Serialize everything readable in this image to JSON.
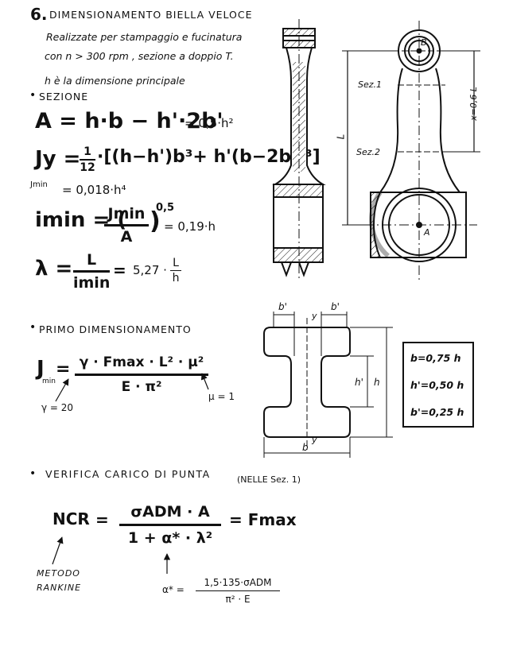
{
  "heading": {
    "number": "6.",
    "title": "DIMENSIONAMENTO BIELLA VELOCE"
  },
  "intro": {
    "line1": "Realizzate per stampaggio e fucinatura",
    "line2": "con n > 300 rpm , sezione a doppio T.",
    "line3": "h è la dimensione principale"
  },
  "sezione": {
    "title": "SEZIONE",
    "area_formula": "A = h·b − h'·2b'",
    "area_value": "= 0,5·h²",
    "jy_lhs": "Jy = ",
    "jy_frac_num": "1",
    "jy_frac_den": "12",
    "jy_rhs": "·[(h−h')b³+ h'(b−2b')³]",
    "jmin_label": "Jmin",
    "jmin_value": "= 0,018·h⁴",
    "imin_lhs": "imin = (",
    "imin_num": "Jmin",
    "imin_den": "A",
    "imin_close": ")",
    "imin_exp": "0,5",
    "imin_value": "= 0,19·h",
    "lambda_lhs": "λ =",
    "lambda_num": "L",
    "lambda_den": "imin",
    "lambda_eq": "=",
    "lambda_val": "5,27 ·",
    "lambda_val_num": "L",
    "lambda_val_den": "h"
  },
  "primo": {
    "title": "PRIMO DIMENSIONAMENTO",
    "j_lhs": "J",
    "j_sub": "min",
    "j_eq": "=",
    "num": "γ · Fmax · L² · μ²",
    "den": "E · π²",
    "gamma_note": "γ = 20",
    "mu_note": "μ = 1"
  },
  "verifica": {
    "title": "VERIFICA CARICO DI PUNTA",
    "note": "(NELLE Sez. 1)",
    "ncr": "NCR",
    "eq1": "=",
    "num": "σADM · A",
    "den": "1 + α* · λ²",
    "eq2": "= Fmax",
    "metodo1": "METODO",
    "metodo2": "RANKINE",
    "alpha_label": "α* =",
    "alpha_num": "1,5·135·σADM",
    "alpha_den": "π² · E"
  },
  "drawing": {
    "label_B": "B",
    "label_A": "A",
    "sez1": "Sez.1",
    "sez2": "Sez.2",
    "L": "L",
    "x06L": "x=0,6 L",
    "b_prime_1": "b'",
    "b_prime_2": "b'",
    "y_top": "y",
    "y_bottom": "y",
    "h_prime": "h'",
    "h": "h",
    "b": "b"
  },
  "table": {
    "row1": "b=0,75 h",
    "row2": "h'=0,50 h",
    "row3": "b'=0,25 h"
  }
}
